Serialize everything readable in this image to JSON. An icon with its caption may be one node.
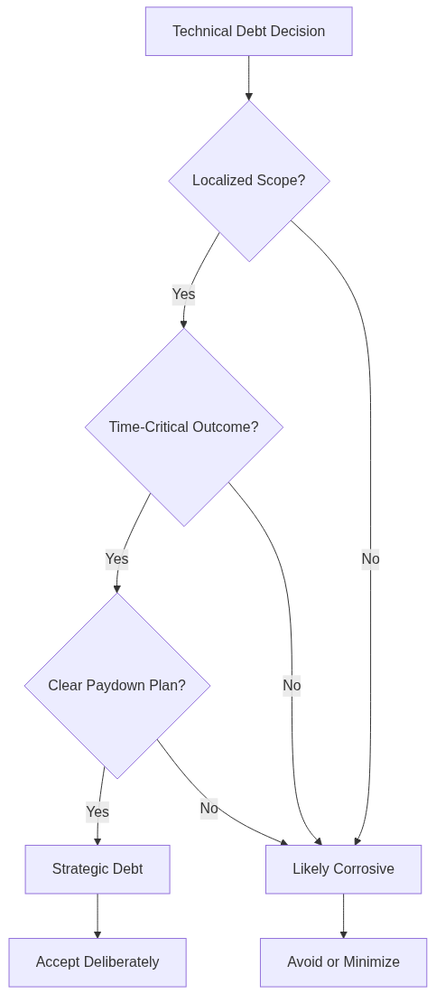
{
  "diagram": {
    "nodes": [
      {
        "text": [
          "Technical Debt Decision"
        ]
      },
      {
        "text": [
          "Localized Scope?"
        ]
      },
      {
        "text": [
          "Time-Critical Outcome?"
        ]
      },
      {
        "text": [
          "Clear Paydown Plan?"
        ]
      },
      {
        "text": [
          "Likely Corrosive"
        ]
      },
      {
        "text": [
          "Strategic Debt"
        ]
      },
      {
        "text": [
          "Avoid or Minimize"
        ]
      },
      {
        "text": [
          "Accept Deliberately"
        ]
      }
    ],
    "edges": [
      {
        "from": 0,
        "to": 1,
        "arrow": "to"
      },
      {
        "from": 1,
        "to": 2,
        "arrow": "to",
        "label": "Yes"
      },
      {
        "from": 1,
        "to": 4,
        "arrow": "to",
        "label": "No"
      },
      {
        "from": 2,
        "to": 3,
        "arrow": "to",
        "label": "Yes"
      },
      {
        "from": 2,
        "to": 4,
        "arrow": "to",
        "label": "No"
      },
      {
        "from": 3,
        "to": 5,
        "arrow": "to",
        "label": "Yes"
      },
      {
        "from": 3,
        "to": 4,
        "arrow": "to",
        "label": "No"
      },
      {
        "from": 4,
        "to": 6,
        "arrow": "to"
      },
      {
        "from": 5,
        "to": 7,
        "arrow": "to"
      }
    ]
  }
}
